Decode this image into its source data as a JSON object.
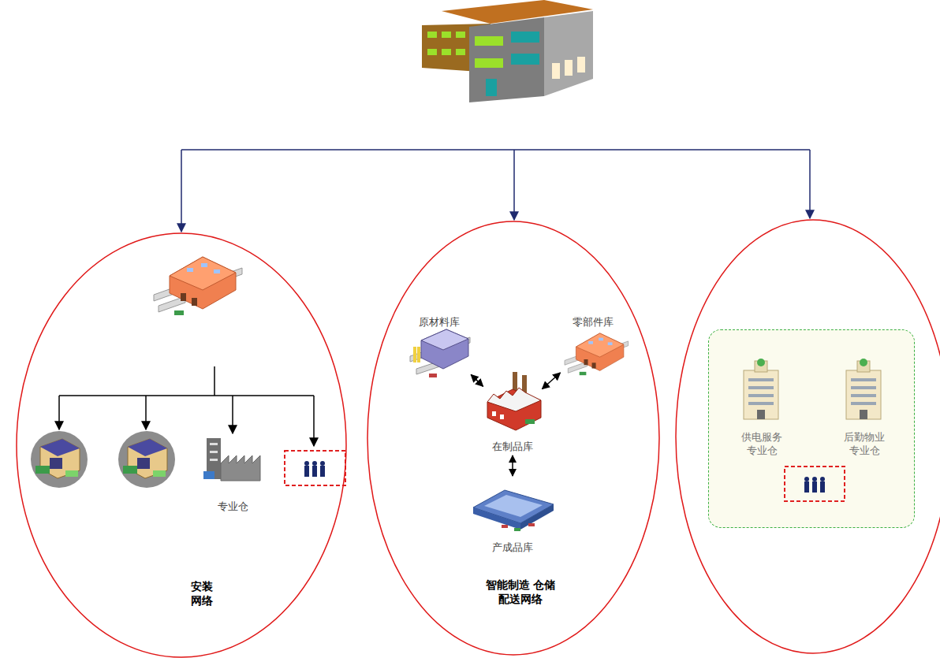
{
  "diagram": {
    "nodes": [
      {
        "text": [
          "安装 网络"
        ]
      },
      {
        "text": [
          "专业仓"
        ],
        "in": 0
      },
      {
        "text": [
          "智能制造 仓储配送网络"
        ]
      },
      {
        "text": [
          "原材料库"
        ],
        "in": 2
      },
      {
        "text": [
          "零部件库"
        ],
        "in": 2
      },
      {
        "text": [
          "在制品库"
        ],
        "in": 2
      },
      {
        "text": [
          "产成品库"
        ],
        "in": 2
      },
      {
        "text": []
      },
      {
        "text": [],
        "in": 7
      },
      {
        "text": [
          "供电服务 专业仓"
        ],
        "in": 8
      },
      {
        "text": [
          "后勤物业 专业仓"
        ],
        "in": 8
      }
    ],
    "edges": [
      {
        "from": 3,
        "to": 5,
        "arrow": "both"
      },
      {
        "from": 4,
        "to": 5,
        "arrow": "both"
      },
      {
        "from": 5,
        "to": 6,
        "arrow": "both"
      }
    ]
  }
}
